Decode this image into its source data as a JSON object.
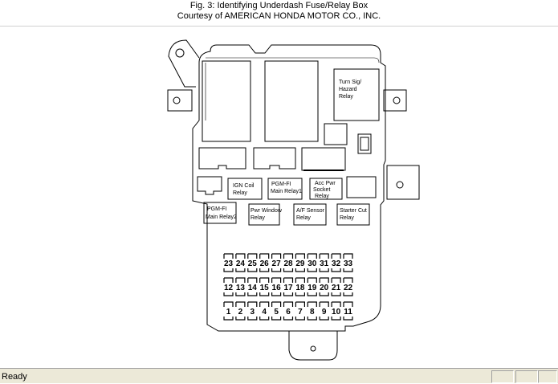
{
  "caption": {
    "line1": "Fig. 3: Identifying Underdash Fuse/Relay Box",
    "line2": "Courtesy of AMERICAN HONDA MOTOR CO., INC."
  },
  "relays": {
    "turn_signal": [
      "Turn Sig/",
      "Hazard",
      "Relay"
    ],
    "ign_coil": [
      "IGN Coil",
      "Relay"
    ],
    "pgm_fi_main_1": [
      "PGM-FI",
      "Main Relay1"
    ],
    "acc_pwr_socket": [
      "Acc Pwr",
      "Socket",
      "Relay"
    ],
    "pgm_fi_main_2": [
      "PGM-FI",
      "Main Relay2"
    ],
    "pwr_window": [
      "Pwr Window",
      "Relay"
    ],
    "af_sensor": [
      "A/F Sensor",
      "Relay"
    ],
    "starter_cut": [
      "Starter Cut",
      "Relay"
    ]
  },
  "fuses": {
    "row1": [
      "23",
      "24",
      "25",
      "26",
      "27",
      "28",
      "29",
      "30",
      "31",
      "32",
      "33"
    ],
    "row2": [
      "12",
      "13",
      "14",
      "15",
      "16",
      "17",
      "18",
      "19",
      "20",
      "21",
      "22"
    ],
    "row3": [
      "1",
      "2",
      "3",
      "4",
      "5",
      "6",
      "7",
      "8",
      "9",
      "10",
      "11"
    ]
  },
  "status": {
    "text": "Ready"
  }
}
